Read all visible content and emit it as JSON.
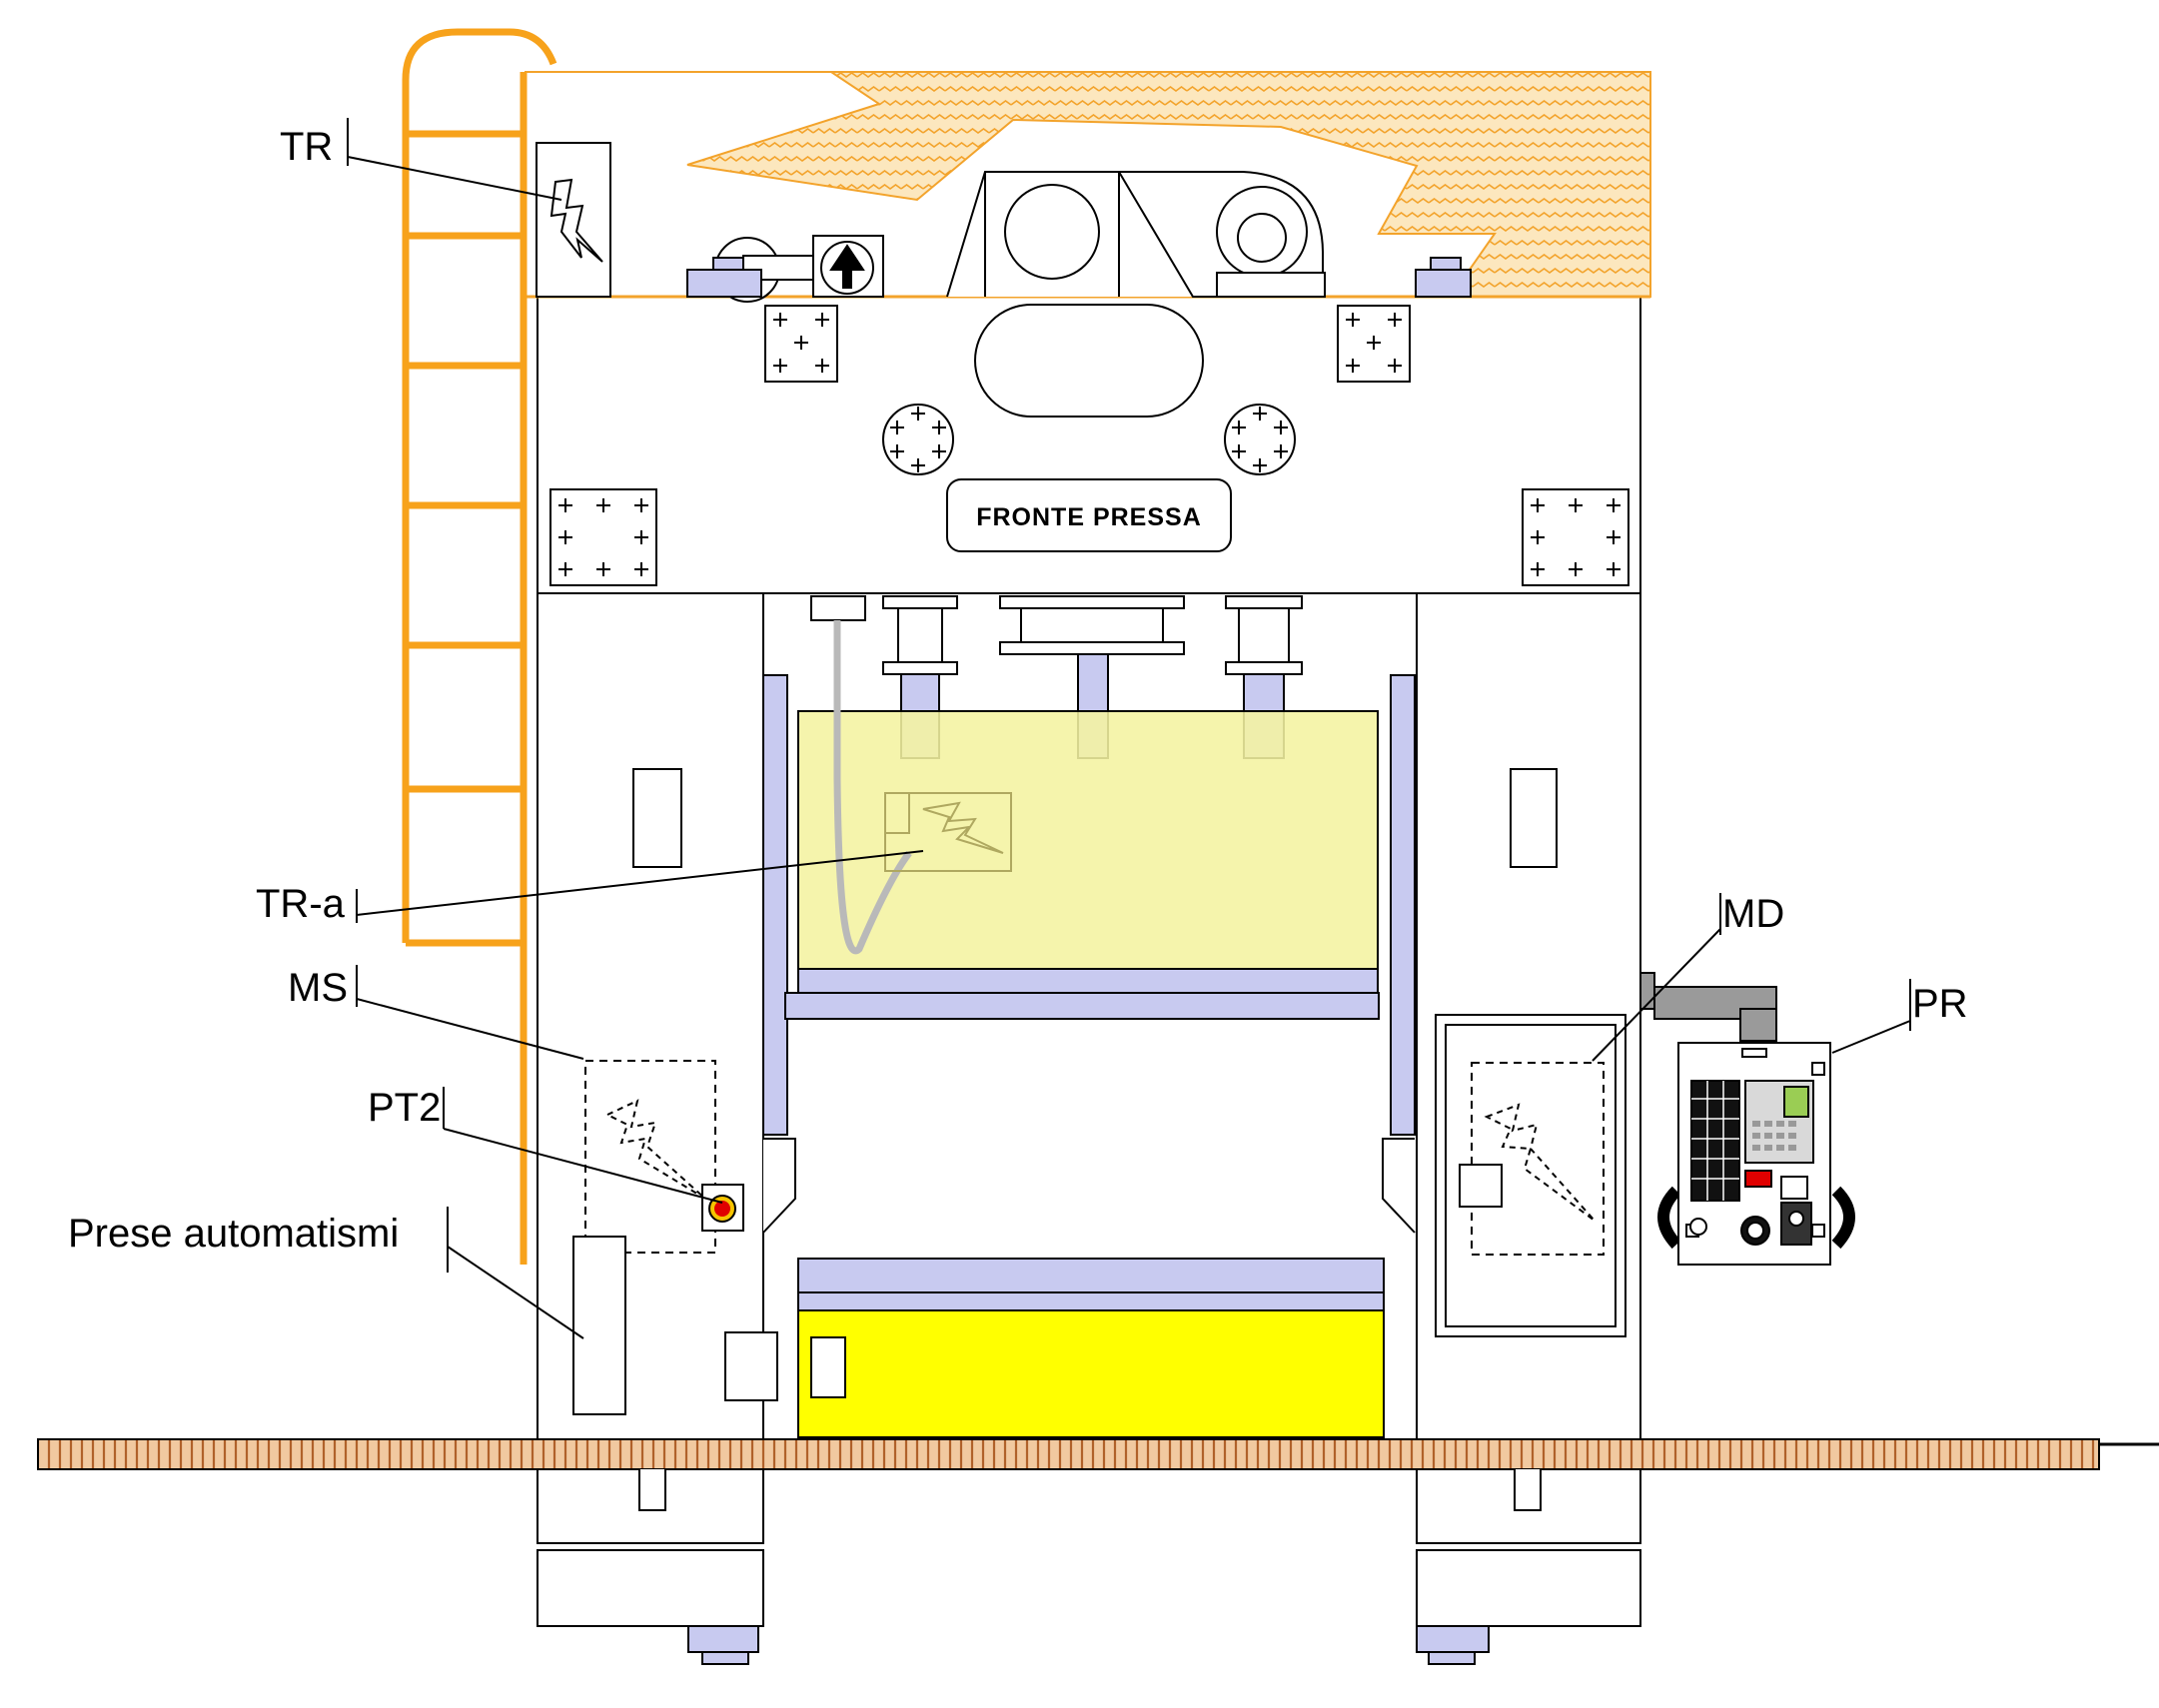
{
  "diagram": {
    "plaque": "FRONTE PRESSA",
    "labels": {
      "tr": "TR",
      "tr_a": "TR-a",
      "ms": "MS",
      "pt2": "PT2",
      "prese": "Prese automatismi",
      "md": "MD",
      "pr": "PR"
    },
    "colors": {
      "ladder": "#F7A21B",
      "hatch": "#FBDDA0",
      "steel": "#C8CAF0",
      "window": "#F4F2A0",
      "bolster": "#FFFF00",
      "floor": "#F1C9A0",
      "emergency": "#E00000"
    }
  }
}
